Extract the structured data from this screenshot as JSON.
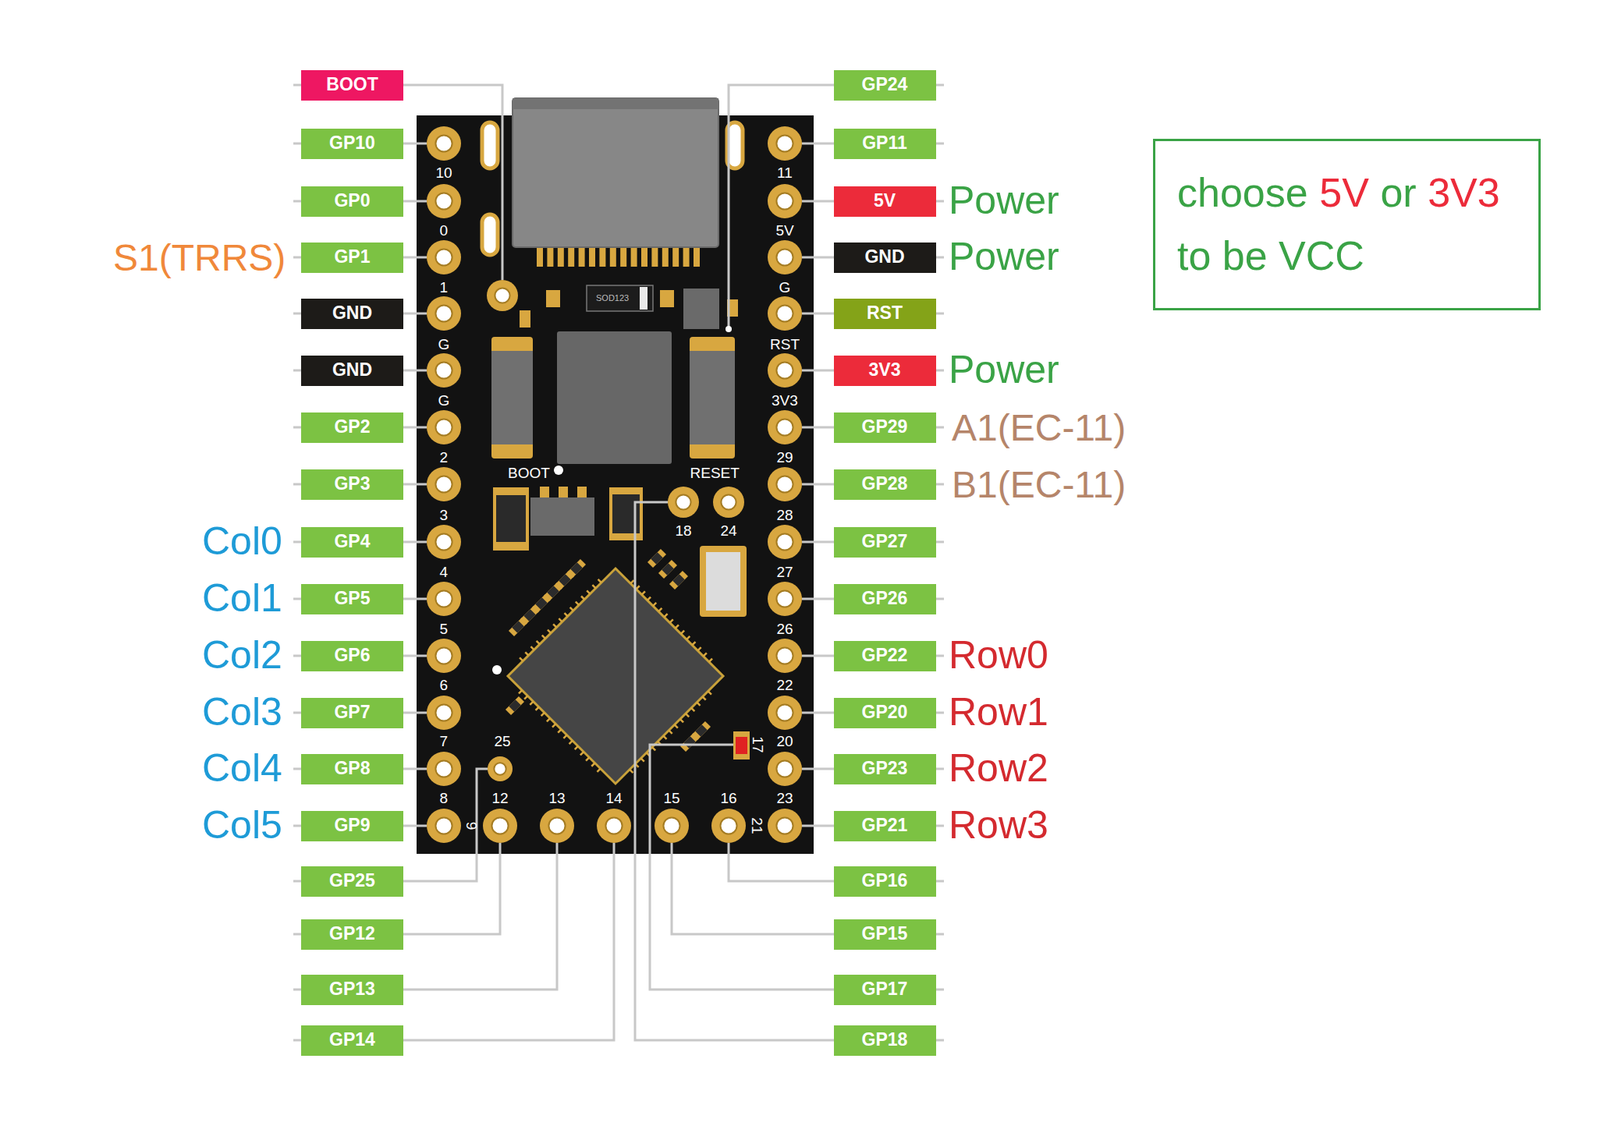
{
  "diagram": {
    "nodes": [
      {
        "text": [
          "BOOT"
        ]
      },
      {
        "text": [
          "GP10"
        ]
      },
      {
        "text": [
          "GP0"
        ]
      },
      {
        "text": [
          "GP1"
        ]
      },
      {
        "text": [
          "GND"
        ]
      },
      {
        "text": [
          "GND"
        ]
      },
      {
        "text": [
          "GP2"
        ]
      },
      {
        "text": [
          "GP3"
        ]
      },
      {
        "text": [
          "GP4"
        ]
      },
      {
        "text": [
          "GP5"
        ]
      },
      {
        "text": [
          "GP6"
        ]
      },
      {
        "text": [
          "GP7"
        ]
      },
      {
        "text": [
          "GP8"
        ]
      },
      {
        "text": [
          "GP9"
        ]
      },
      {
        "text": [
          "GP25"
        ]
      },
      {
        "text": [
          "GP12"
        ]
      },
      {
        "text": [
          "GP13"
        ]
      },
      {
        "text": [
          "GP14"
        ]
      },
      {
        "text": [
          "GP24"
        ]
      },
      {
        "text": [
          "GP11"
        ]
      },
      {
        "text": [
          "5V"
        ]
      },
      {
        "text": [
          "GND"
        ]
      },
      {
        "text": [
          "RST"
        ]
      },
      {
        "text": [
          "3V3"
        ]
      },
      {
        "text": [
          "GP29"
        ]
      },
      {
        "text": [
          "GP28"
        ]
      },
      {
        "text": [
          "GP27"
        ]
      },
      {
        "text": [
          "GP26"
        ]
      },
      {
        "text": [
          "GP22"
        ]
      },
      {
        "text": [
          "GP20"
        ]
      },
      {
        "text": [
          "GP23"
        ]
      },
      {
        "text": [
          "GP21"
        ]
      },
      {
        "text": [
          "GP16"
        ]
      },
      {
        "text": [
          "GP15"
        ]
      },
      {
        "text": [
          "GP17"
        ]
      },
      {
        "text": [
          "GP18"
        ]
      },
      {
        "text": [
          "choose",
          "5V",
          "or",
          "3V3",
          "to be VCC"
        ]
      }
    ],
    "labels": [
      "S1(TRRS)",
      "Col0",
      "Col1",
      "Col2",
      "Col3",
      "Col4",
      "Col5",
      "Power",
      "Power",
      "Power",
      "A1(EC-11)",
      "B1(EC-11)",
      "Row0",
      "Row1",
      "Row2",
      "Row3",
      "10",
      "0",
      "1",
      "G",
      "G",
      "2",
      "3",
      "4",
      "5",
      "6",
      "7",
      "8",
      "11",
      "5V",
      "G",
      "RST",
      "3V3",
      "29",
      "28",
      "27",
      "26",
      "22",
      "20",
      "23",
      "9",
      "12",
      "13",
      "14",
      "15",
      "16",
      "21",
      "25",
      "BOOT",
      "RESET",
      "18",
      "24",
      "17",
      "SOD123"
    ]
  }
}
